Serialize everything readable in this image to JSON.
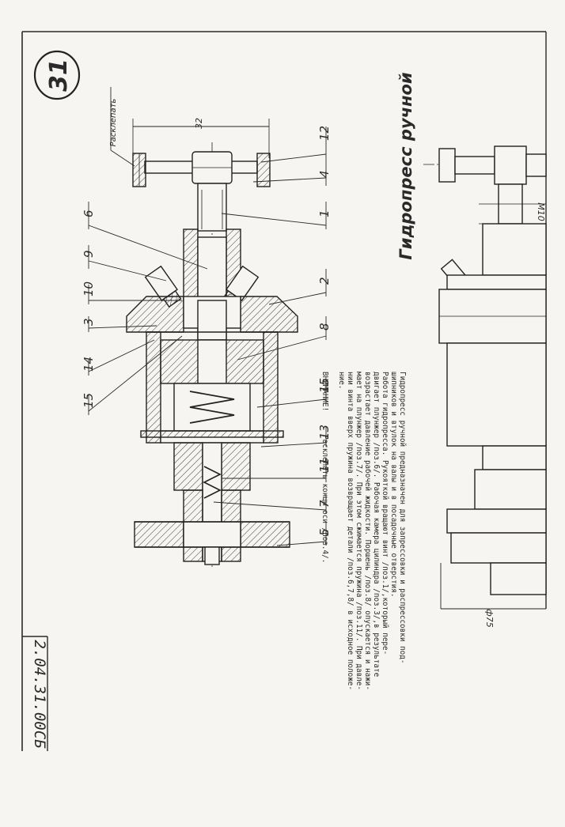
{
  "sheet_number": "31",
  "drawing_code": "2.04.31.00СБ",
  "title": "Гидропресс ручной",
  "rivet_note": "Расклепать",
  "dimensions": {
    "handle_span": "32",
    "detail_thread": "М10",
    "detail_diameter": "ф75"
  },
  "part_labels": [
    "12",
    "4",
    "1",
    "6",
    "9",
    "10",
    "2",
    "3",
    "8",
    "15",
    "14",
    "15",
    "13",
    "11",
    "7",
    "5"
  ],
  "description": {
    "lines": [
      "     Гидропресс ручной предназначен для запрессовки и распрессовки под-",
      "шипников и втулок на валы и в посадочные отверстия.",
      "     Работа гидропресса. Рукояткой вращают винт /поз.1/,который пере-",
      "двигает плунжер /поз.6/. Рабочая камера цилиндра /поз.3/,в результате",
      "возрастает давление рабочей жидкости. Поршень /поз.8/ опускается и нажи-",
      "мает на плунжер /поз.7/. При этом сжимается пружина /поз.11/. При давле-",
      "нии винта вверх пружина возвращает детали /поз.6,7,8/ в исходное положе-",
      "ние."
    ],
    "warning_label": "ВНИМАНИЕ!",
    "warning_text": "Расклепать концы оси /поз.4/."
  }
}
